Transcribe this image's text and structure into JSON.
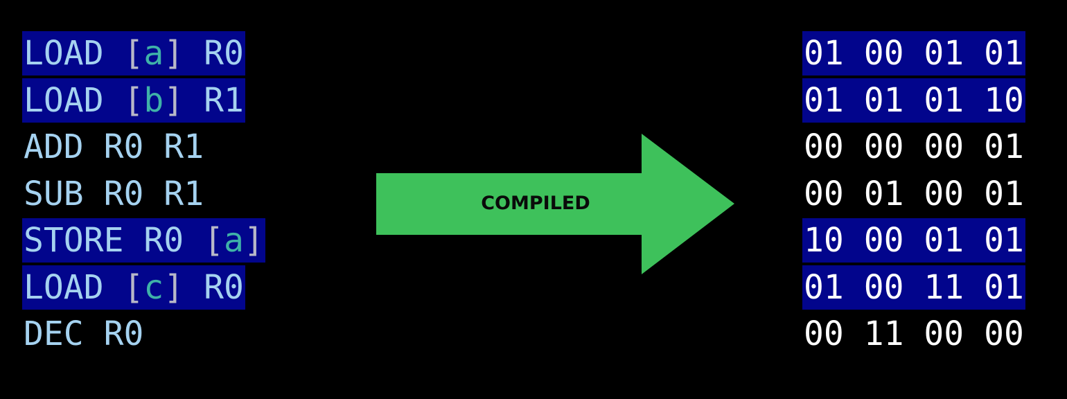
{
  "assembly": [
    {
      "highlighted": true,
      "parts": [
        {
          "t": "LOAD ",
          "c": "mnem"
        },
        {
          "t": "[",
          "c": "brk"
        },
        {
          "t": "a",
          "c": "var"
        },
        {
          "t": "]",
          "c": "brk"
        },
        {
          "t": " R0",
          "c": "mnem"
        }
      ]
    },
    {
      "highlighted": true,
      "parts": [
        {
          "t": "LOAD ",
          "c": "mnem"
        },
        {
          "t": "[",
          "c": "brk"
        },
        {
          "t": "b",
          "c": "var"
        },
        {
          "t": "]",
          "c": "brk"
        },
        {
          "t": " R1",
          "c": "mnem"
        }
      ]
    },
    {
      "highlighted": false,
      "parts": [
        {
          "t": "ADD R0 R1",
          "c": "mnem"
        }
      ]
    },
    {
      "highlighted": false,
      "parts": [
        {
          "t": "SUB R0 R1",
          "c": "mnem"
        }
      ]
    },
    {
      "highlighted": true,
      "parts": [
        {
          "t": "STORE R0 ",
          "c": "mnem"
        },
        {
          "t": "[",
          "c": "brk"
        },
        {
          "t": "a",
          "c": "var"
        },
        {
          "t": "]",
          "c": "brk"
        }
      ]
    },
    {
      "highlighted": true,
      "parts": [
        {
          "t": "LOAD ",
          "c": "mnem"
        },
        {
          "t": "[",
          "c": "brk"
        },
        {
          "t": "c",
          "c": "var"
        },
        {
          "t": "]",
          "c": "brk"
        },
        {
          "t": " R0",
          "c": "mnem"
        }
      ]
    },
    {
      "highlighted": false,
      "parts": [
        {
          "t": "DEC R0",
          "c": "mnem"
        }
      ]
    }
  ],
  "binary": [
    {
      "highlighted": true,
      "text": "01 00 01 01"
    },
    {
      "highlighted": true,
      "text": "01 01 01 10"
    },
    {
      "highlighted": false,
      "text": "00 00 00 01"
    },
    {
      "highlighted": false,
      "text": "00 01 00 01"
    },
    {
      "highlighted": true,
      "text": "10 00 01 01"
    },
    {
      "highlighted": true,
      "text": "01 00 11 01"
    },
    {
      "highlighted": false,
      "text": "00 11 00 00"
    }
  ],
  "arrow": {
    "label": "COMPILED"
  },
  "colors": {
    "background": "#000000",
    "highlight": "#02058c",
    "arrow": "#3ec15b",
    "mnemonic": "#a5d2f0",
    "bracket": "#b8b8c8",
    "variable": "#3fb2a8",
    "binary": "#ffffff"
  }
}
